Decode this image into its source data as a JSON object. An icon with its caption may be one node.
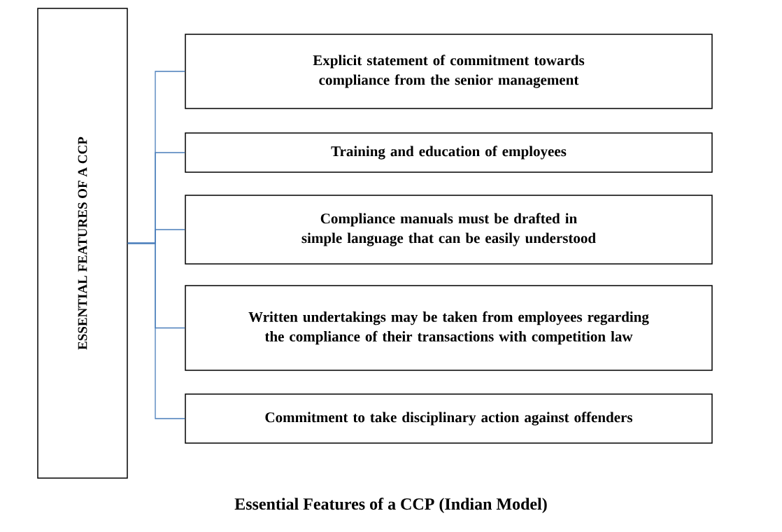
{
  "diagram": {
    "caption": "Essential Features of a CCP (Indian Model)",
    "nodes": [
      {
        "text": [
          "ESSENTIAL FEATURES OF A CCP"
        ]
      },
      {
        "text": [
          "Explicit statement of commitment towards compliance from the senior management"
        ]
      },
      {
        "text": [
          "Training and education of employees"
        ]
      },
      {
        "text": [
          "Compliance manuals must be drafted in simple language that can be easily understood"
        ]
      },
      {
        "text": [
          "Written undertakings may be taken from employees regarding the compliance of their transactions with competition law"
        ]
      },
      {
        "text": [
          "Commitment to take disciplinary action against offenders"
        ]
      }
    ],
    "edges": [
      {
        "from": 0,
        "to": 1,
        "arrow": "none",
        "color": "#4a7ebb"
      },
      {
        "from": 0,
        "to": 2,
        "arrow": "none",
        "color": "#4a7ebb"
      },
      {
        "from": 0,
        "to": 3,
        "arrow": "none",
        "color": "#4a7ebb"
      },
      {
        "from": 0,
        "to": 4,
        "arrow": "none",
        "color": "#4a7ebb"
      },
      {
        "from": 0,
        "to": 5,
        "arrow": "none",
        "color": "#4a7ebb"
      }
    ]
  }
}
